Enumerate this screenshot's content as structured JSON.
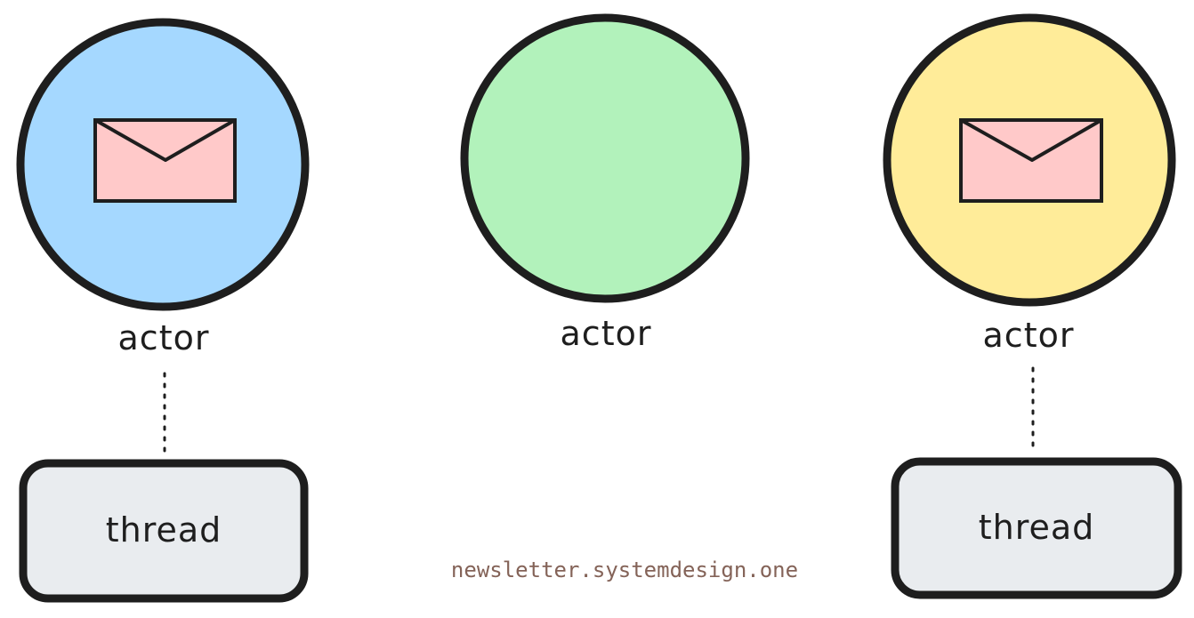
{
  "actors": [
    {
      "label": "actor",
      "fill": "#a5d8ff",
      "has_message": true,
      "thread": "thread"
    },
    {
      "label": "actor",
      "fill": "#b2f2bb",
      "has_message": false,
      "thread": null
    },
    {
      "label": "actor",
      "fill": "#ffec99",
      "has_message": true,
      "thread": "thread"
    }
  ],
  "colors": {
    "stroke": "#1e1e1e",
    "envelope_fill": "#ffc9c9",
    "thread_fill": "#e9ecef",
    "watermark": "#846358"
  },
  "icons": {
    "message": "envelope-icon"
  },
  "watermark": "newsletter.systemdesign.one"
}
